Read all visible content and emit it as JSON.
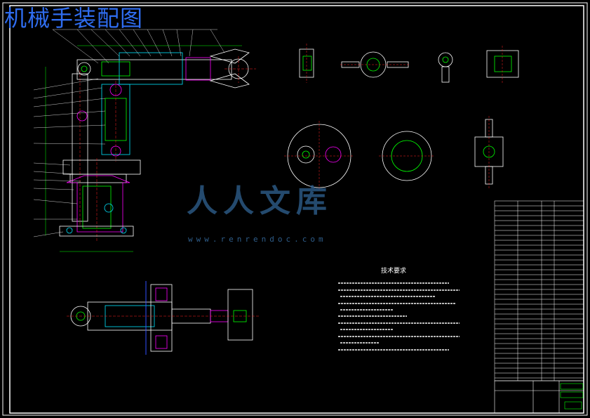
{
  "title": "机械手装配图",
  "watermark": {
    "text": "人人文库",
    "url": "www.renrendoc.com"
  },
  "technical_requirements_title": "技术要求",
  "colors": {
    "background": "#000000",
    "frame": "#ffffff",
    "title": "#2f6df0",
    "cyan": "#00e5ff",
    "green": "#00ff00",
    "magenta": "#ff00ff",
    "red": "#ff2020",
    "blue": "#3050ff",
    "yellow": "#ffff00"
  }
}
